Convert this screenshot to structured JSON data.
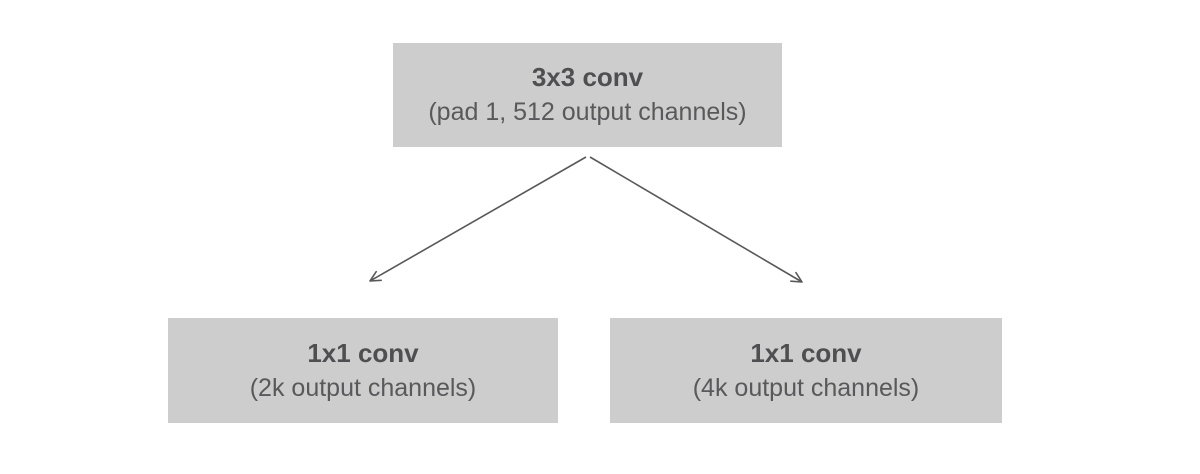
{
  "diagram": {
    "background_color": "#ffffff",
    "box_fill_color": "#cdcdcd",
    "title_text_color": "#4f4f51",
    "subtitle_text_color": "#59595b",
    "arrow_color": "#59595b",
    "nodes": [
      {
        "id": "conv-3x3",
        "title": "3x3 conv",
        "subtitle": "(pad 1, 512 output channels)"
      },
      {
        "id": "conv-1x1-left",
        "title": "1x1 conv",
        "subtitle": "(2k output channels)"
      },
      {
        "id": "conv-1x1-right",
        "title": "1x1 conv",
        "subtitle": "(4k output channels)"
      }
    ],
    "edges": [
      {
        "from": "conv-3x3",
        "to": "conv-1x1-left",
        "style": "open-arrowhead"
      },
      {
        "from": "conv-3x3",
        "to": "conv-1x1-right",
        "style": "open-arrowhead"
      }
    ]
  }
}
